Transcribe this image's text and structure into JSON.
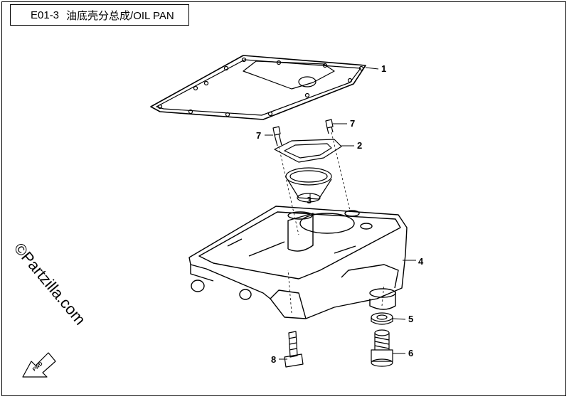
{
  "header": {
    "code": "E01-3",
    "title": "油底壳分总成/OIL PAN"
  },
  "watermark": "©Partzilla.com",
  "fwd_label": "FWD",
  "callouts": [
    "1",
    "2",
    "3",
    "4",
    "5",
    "6",
    "7",
    "7",
    "8"
  ]
}
